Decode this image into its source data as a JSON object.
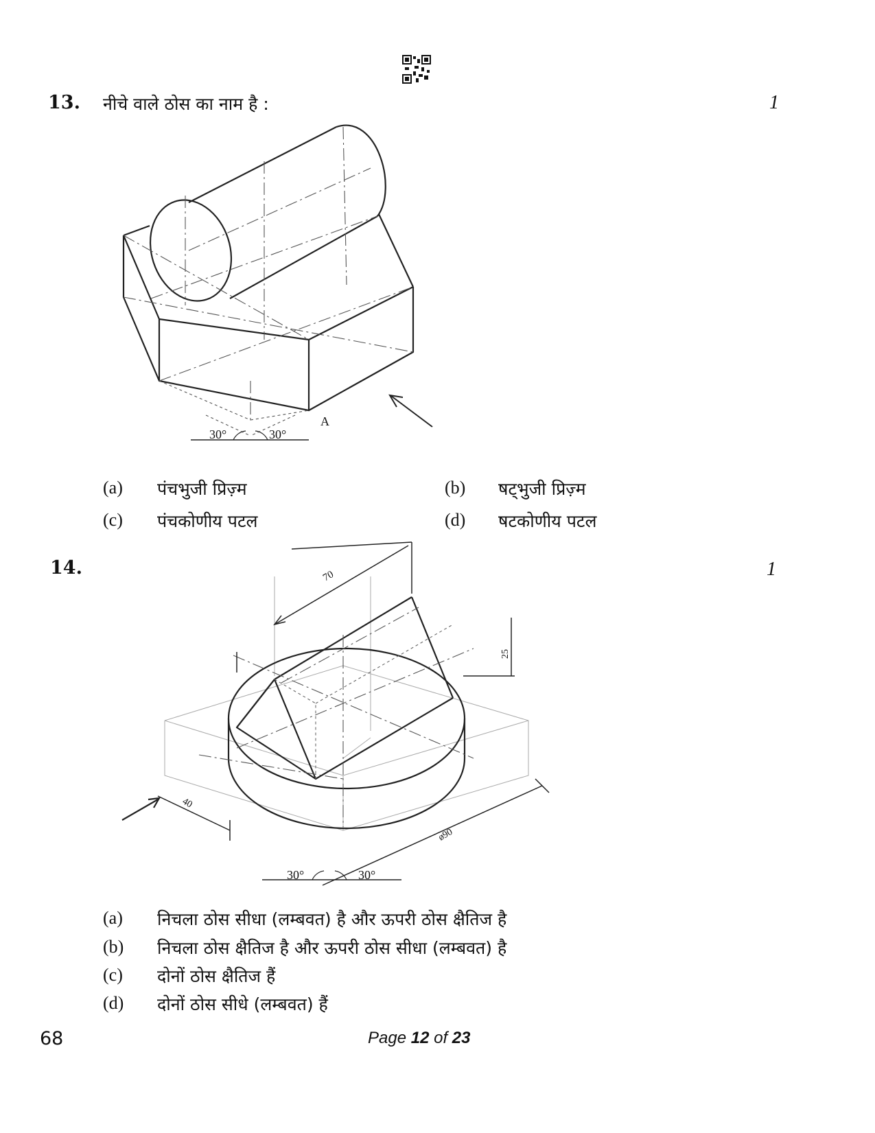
{
  "q13": {
    "number": "13.",
    "text": "नीचे वाले ठोस का नाम है :",
    "marks": "1",
    "figure": {
      "label_A": "A",
      "angle_left": "30°",
      "angle_right": "30°"
    },
    "options": [
      {
        "label": "(a)",
        "text": "पंचभुजी प्रिज़्म"
      },
      {
        "label": "(b)",
        "text": "षट्भुजी प्रिज़्म"
      },
      {
        "label": "(c)",
        "text": "पंचकोणीय पटल"
      },
      {
        "label": "(d)",
        "text": "षटकोणीय पटल"
      }
    ]
  },
  "q14": {
    "number": "14.",
    "marks": "1",
    "figure": {
      "dim_70": "70",
      "dim_25": "25",
      "dim_40": "40",
      "dim_dia": "ø90",
      "angle_left": "30°",
      "angle_right": "30°"
    },
    "options": [
      {
        "label": "(a)",
        "text": "निचला ठोस सीधा (लम्बवत) है और ऊपरी ठोस क्षैतिज है"
      },
      {
        "label": "(b)",
        "text": "निचला ठोस क्षैतिज है और ऊपरी ठोस सीधा (लम्बवत) है"
      },
      {
        "label": "(c)",
        "text": "दोनों ठोस क्षैतिज हैं"
      },
      {
        "label": "(d)",
        "text": "दोनों ठोस सीधे (लम्बवत) हैं"
      }
    ]
  },
  "footer": {
    "code": "68",
    "page_prefix": "Page",
    "page_current": "12",
    "page_of": "of",
    "page_total": "23"
  }
}
